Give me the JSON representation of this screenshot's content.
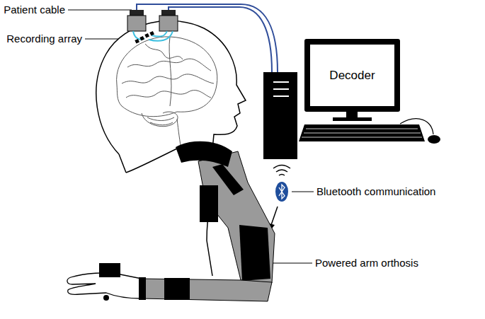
{
  "diagram": {
    "nodes": [
      {
        "text": [
          "Decoder"
        ]
      }
    ],
    "labels": [
      "Patient cable",
      "Recording array",
      "Bluetooth communication",
      "Powered arm orthosis"
    ]
  }
}
